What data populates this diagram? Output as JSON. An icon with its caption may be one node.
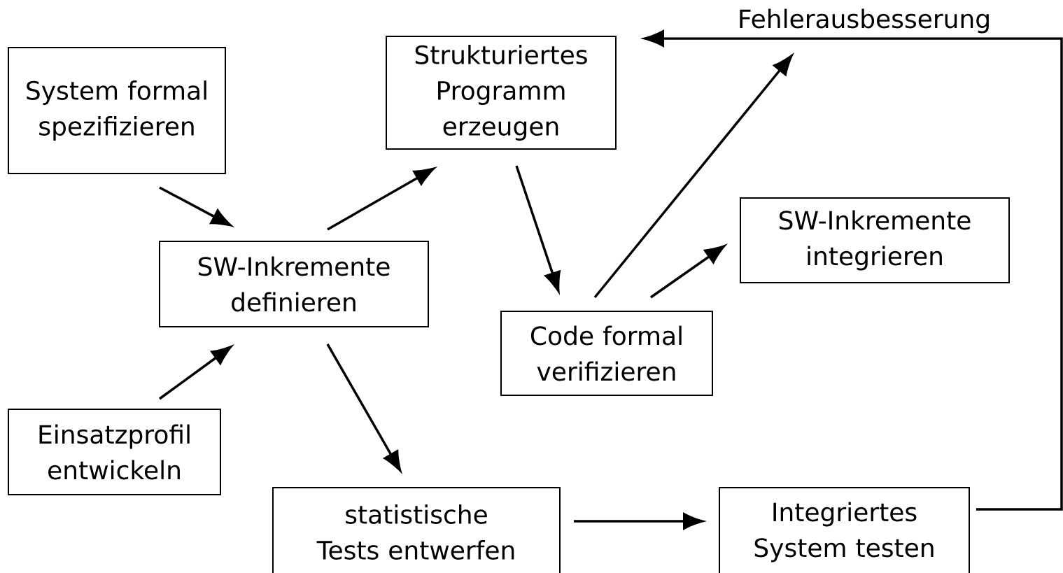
{
  "diagram": {
    "nodes": [
      {
        "text": [
          "System formal spezifizieren"
        ]
      },
      {
        "text": [
          "Einsatzprofil entwickeln"
        ]
      },
      {
        "text": [
          "SW-Inkremente definieren"
        ]
      },
      {
        "text": [
          "Strukturiertes Programm erzeugen"
        ]
      },
      {
        "text": [
          "Code formal verifizieren"
        ]
      },
      {
        "text": [
          "SW-Inkremente integrieren"
        ]
      },
      {
        "text": [
          "statistische Tests entwerfen"
        ]
      },
      {
        "text": [
          "Integriertes System testen"
        ]
      },
      {
        "text": [
          "Fehlerausbesserung"
        ]
      }
    ],
    "edges": [
      {
        "from": 0,
        "to": 2,
        "arrow": "to"
      },
      {
        "from": 1,
        "to": 2,
        "arrow": "to"
      },
      {
        "from": 2,
        "to": 3,
        "arrow": "to"
      },
      {
        "from": 2,
        "to": 6,
        "arrow": "to"
      },
      {
        "from": 3,
        "to": 4,
        "arrow": "to"
      },
      {
        "from": 4,
        "to": 8,
        "arrow": "to"
      },
      {
        "from": 4,
        "to": 5,
        "arrow": "to"
      },
      {
        "from": 6,
        "to": 7,
        "arrow": "to"
      },
      {
        "from": 7,
        "to": 3,
        "arrow": "to"
      }
    ]
  }
}
